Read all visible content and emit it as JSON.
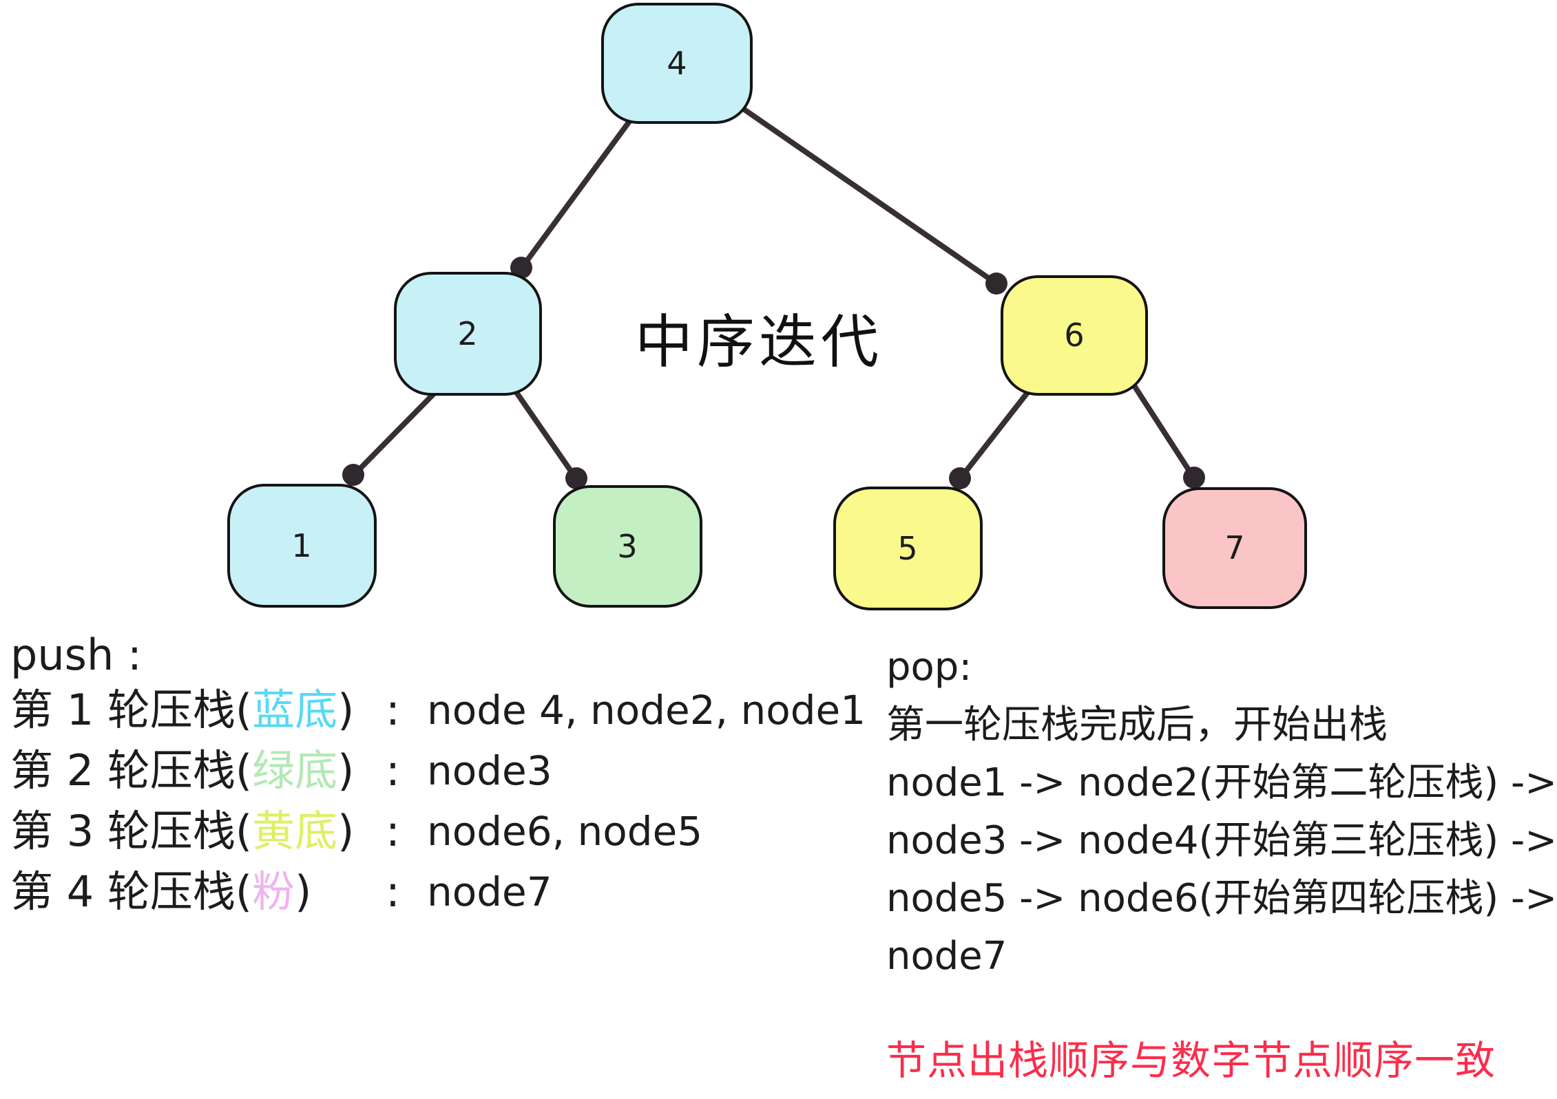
{
  "title": "中序迭代",
  "tree": {
    "edge_color": "#372f35",
    "node_border_color": "#141414",
    "nodes": [
      {
        "id": "4",
        "label": "4",
        "fill": "#c7f1f6"
      },
      {
        "id": "2",
        "label": "2",
        "fill": "#c7f1f6"
      },
      {
        "id": "6",
        "label": "6",
        "fill": "#faf98b"
      },
      {
        "id": "1",
        "label": "1",
        "fill": "#c7f1f6"
      },
      {
        "id": "3",
        "label": "3",
        "fill": "#c3efc3"
      },
      {
        "id": "5",
        "label": "5",
        "fill": "#faf98b"
      },
      {
        "id": "7",
        "label": "7",
        "fill": "#fbc4c7"
      }
    ],
    "edges": [
      "4-2",
      "4-6",
      "2-1",
      "2-3",
      "6-5",
      "6-7"
    ]
  },
  "push_section": {
    "heading": "push :",
    "rows": [
      {
        "prefix": "第 1 轮压栈(",
        "color_word": "蓝底",
        "word_color": "#59d9f5",
        "suffix": ")",
        "colon": ":",
        "value": "node 4, node2, node1"
      },
      {
        "prefix": "第 2 轮压栈(",
        "color_word": "绿底",
        "word_color": "#b2e9b5",
        "suffix": ")",
        "colon": ":",
        "value": "node3"
      },
      {
        "prefix": "第 3 轮压栈(",
        "color_word": "黄底",
        "word_color": "#def063",
        "suffix": ")",
        "colon": ":",
        "value": "node6, node5"
      },
      {
        "prefix": "第 4 轮压栈(",
        "color_word": "粉",
        "word_color": "#eeb5ee",
        "suffix": ")",
        "colon": ":",
        "value": "node7"
      }
    ]
  },
  "pop_section": {
    "heading": "pop:",
    "lines": [
      "第一轮压栈完成后，开始出栈",
      "node1 -> node2(开始第二轮压栈) ->",
      "node3 -> node4(开始第三轮压栈) ->",
      "node5 -> node6(开始第四轮压栈) ->",
      "node7"
    ]
  },
  "footnote": {
    "text": "节点出栈顺序与数字节点顺序一致",
    "color": "#fb2d4b"
  }
}
